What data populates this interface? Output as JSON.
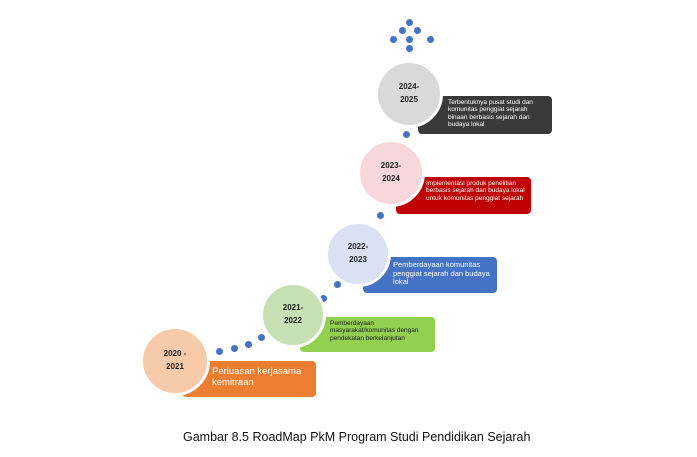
{
  "milestones": [
    {
      "year_line1": "2020 -",
      "year_line2": "2021",
      "text": "Perluasan  kerjasama kemitraan",
      "circle_color": "#f7cba9",
      "box_color": "#ed7d31"
    },
    {
      "year_line1": "2021-",
      "year_line2": "2022",
      "text": "Pemberdayaan masyarakat/komunitas dengan pendekatan berkelanjutan",
      "circle_color": "#c6e0b4",
      "box_color": "#92d050"
    },
    {
      "year_line1": "2022-",
      "year_line2": "2023",
      "text": "Pemberdayaan komunitas penggiat sejarah dan budaya lokal",
      "circle_color": "#d9e1f2",
      "box_color": "#4472c4"
    },
    {
      "year_line1": "2023-",
      "year_line2": "2024",
      "text": "Implementasi produk penelitian berbasis sejarah dan budaya lokal untuk komunitas penggiat sejarah",
      "circle_color": "#f8d7dc",
      "box_color": "#c00000"
    },
    {
      "year_line1": "2024-",
      "year_line2": "2025",
      "text": "Terbentuknya pusat studi dan komunitas penggiat sejarah binaan berbasis sejarah dan budaya lokal",
      "circle_color": "#d9d9d9",
      "box_color": "#3a3a3a"
    }
  ],
  "caption": "Gambar 8.5 RoadMap PkM Program Studi Pendidikan Sejarah",
  "dot_color": "#4472c4"
}
